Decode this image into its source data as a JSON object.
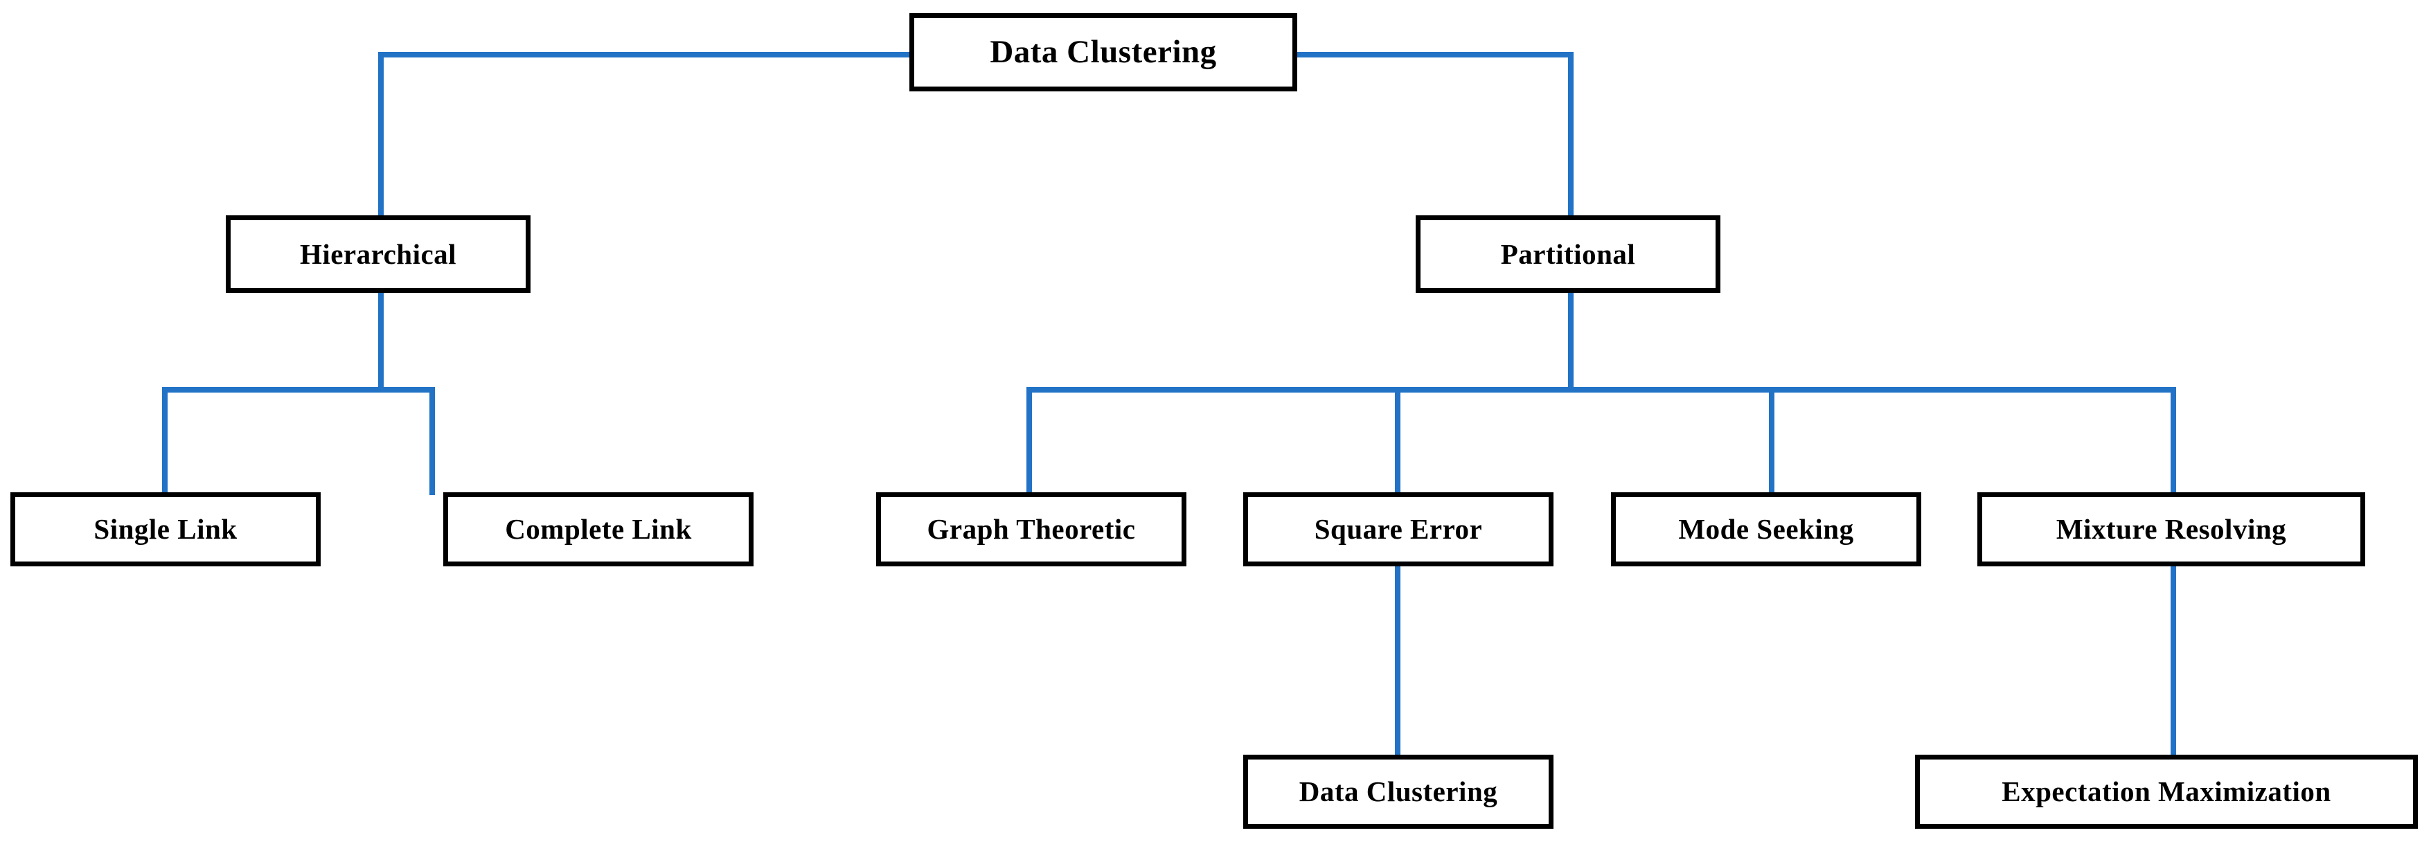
{
  "diagram": {
    "title_node": "Data Clustering",
    "accent_color": "#2272c6",
    "node_border_color": "#000000",
    "node_fill_color": "#ffffff",
    "type": "tree-hierarchy",
    "levels": 4
  },
  "nodes": {
    "root": {
      "label": "Data Clustering"
    },
    "level2": [
      {
        "label": "Hierarchical"
      },
      {
        "label": "Partitional"
      }
    ],
    "level3_hierarchical": [
      {
        "label": "Single Link"
      },
      {
        "label": "Complete Link"
      }
    ],
    "level3_partitional": [
      {
        "label": "Graph Theoretic"
      },
      {
        "label": "Square Error"
      },
      {
        "label": "Mode Seeking"
      },
      {
        "label": "Mixture Resolving"
      }
    ],
    "level4": [
      {
        "label": "Data Clustering"
      },
      {
        "label": "Expectation Maximization"
      }
    ]
  }
}
